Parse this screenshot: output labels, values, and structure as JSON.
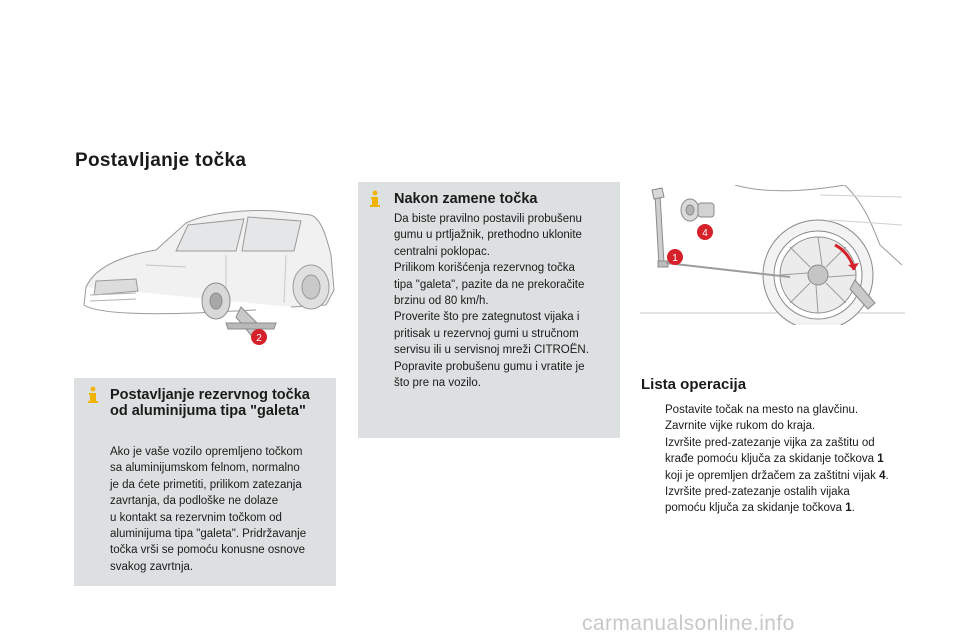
{
  "page_title": "Postavljanje točka",
  "box_alloy": {
    "heading": "Postavljanje rezervnog točka od aluminijuma tipa \"galeta\"",
    "body_lines": [
      "Ako je vaše vozilo opremljeno točkom",
      "sa aluminijumskom felnom, normalno",
      "je da ćete primetiti, prilikom zatezanja",
      "zavrtanja, da podloške ne dolaze",
      "u kontakt sa rezervnim točkom od",
      "aluminijuma tipa \"galeta\". Pridržavanje",
      "točka vrši se pomoću konusne osnove",
      "svakog zavrtnja."
    ]
  },
  "box_after": {
    "heading": "Nakon zamene točka",
    "body_lines": [
      "Da biste pravilno postavili probušenu",
      "gumu u prtljažnik, prethodno uklonite",
      "centralni poklopac.",
      "Prilikom korišćenja rezervnog točka",
      "tipa \"galeta\", pazite da ne prekoračite",
      "brzinu od 80 km/h.",
      "Proverite što pre zategnutost vijaka i",
      "pritisak u rezervnoj gumi u stručnom",
      "servisu ili u servisnoj mreži CITROËN.",
      "Popravite probušenu gumu i vratite je",
      "što pre na vozilo."
    ]
  },
  "operations": {
    "title": "Lista operacija",
    "bullet": "",
    "items": [
      {
        "text": "Postavite točak na mesto na glavčinu."
      },
      {
        "text": "Zavrnite vijke rukom do kraja."
      },
      {
        "text_before": "Izvršite pred-zatezanje vijka za zaštitu od krađe pomoću ključa za skidanje točkova ",
        "bold1": "1",
        "text_middle": " koji je opremljen držačem za zaštitni vijak ",
        "bold2": "4",
        "text_after": "."
      },
      {
        "text_before": "Izvršite pred-zatezanje ostalih vijaka pomoću ključa za skidanje točkova ",
        "bold1": "1",
        "text_after": "."
      }
    ]
  },
  "figure_car": {
    "callout": "2"
  },
  "figure_wheel": {
    "callout_wrench": "1",
    "callout_bolt": "4"
  },
  "watermark": "carmanualsonline.info",
  "colors": {
    "box_bg": "#dde0e1",
    "info_icon": "#f0b400",
    "callout": "#d6202a"
  }
}
